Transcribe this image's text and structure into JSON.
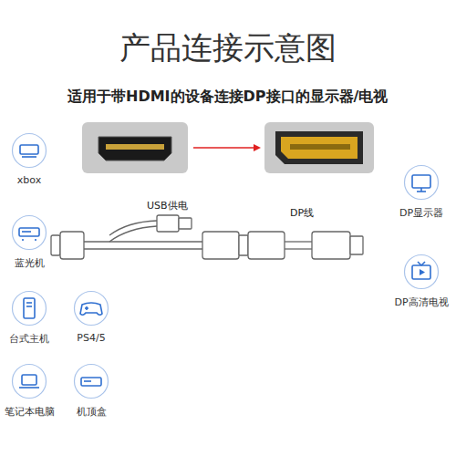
{
  "diagram": {
    "title": "产品连接示意图",
    "nodes": [
      {
        "text": [
          "xbox"
        ]
      },
      {
        "text": [
          "蓝光机"
        ]
      },
      {
        "text": [
          "台式主机"
        ]
      },
      {
        "text": [
          "PS4/5"
        ]
      },
      {
        "text": [
          "笔记本电脑"
        ]
      },
      {
        "text": [
          "机顶盒"
        ]
      },
      {
        "text": [
          "DP显示器"
        ]
      },
      {
        "text": [
          "DP高清电视"
        ]
      }
    ],
    "labels": [
      "适用于带HDMI的设备连接DP接口的显示器/电视",
      "USB供电",
      "DP线"
    ]
  }
}
